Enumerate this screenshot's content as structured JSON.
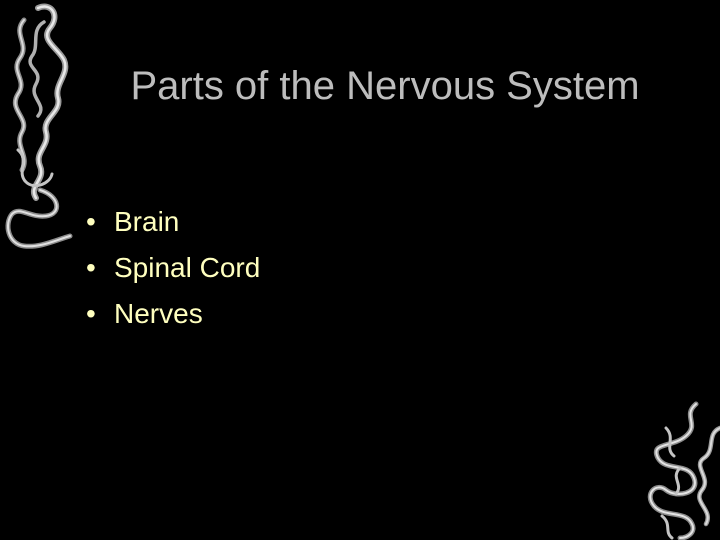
{
  "slide": {
    "title": "Parts of the Nervous System",
    "bullets": [
      {
        "marker": "•",
        "text": "Brain"
      },
      {
        "marker": "•",
        "text": "Spinal Cord"
      },
      {
        "marker": "•",
        "text": "Nerves"
      }
    ]
  },
  "colors": {
    "background": "#000000",
    "title": "#BDBDBD",
    "bullet_text": "#FFFFBF",
    "wire_decoration": "#C8C8C8"
  },
  "decorations": {
    "top_left": "coiled-wire-decoration",
    "bottom_right": "tangled-wire-decoration"
  }
}
